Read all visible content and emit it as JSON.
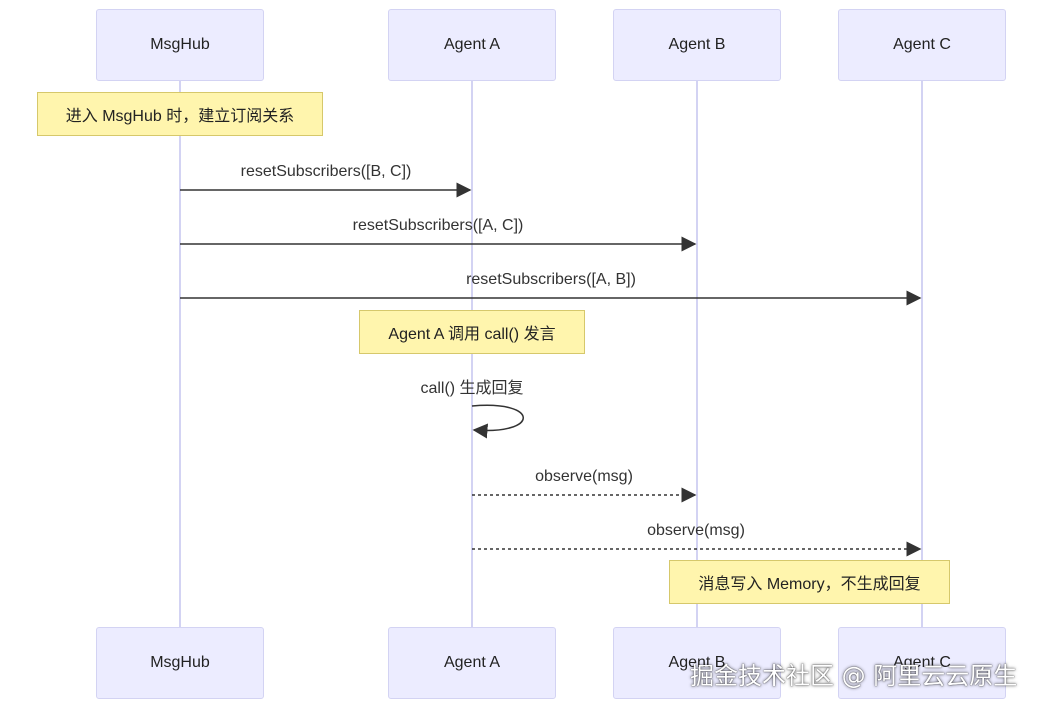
{
  "participants": [
    {
      "id": "msghub",
      "label": "MsgHub"
    },
    {
      "id": "agent-a",
      "label": "Agent A"
    },
    {
      "id": "agent-b",
      "label": "Agent B"
    },
    {
      "id": "agent-c",
      "label": "Agent C"
    }
  ],
  "notes": {
    "subscribe": "进入 MsgHub 时，建立订阅关系",
    "call": "Agent A 调用 call() 发言",
    "memory": "消息写入 Memory，不生成回复"
  },
  "messages": {
    "m1": "resetSubscribers([B, C])",
    "m2": "resetSubscribers([A, C])",
    "m3": "resetSubscribers([A, B])",
    "m4": "call() 生成回复",
    "m5": "observe(msg)",
    "m6": "observe(msg)"
  },
  "watermark": "掘金技术社区 @ 阿里云云原生",
  "colors": {
    "actor_fill": "#ececff",
    "actor_border": "#d3d3f3",
    "lifeline": "#d3d3f3",
    "note_fill": "#fff5ad",
    "note_border": "#d6c86b",
    "arrow": "#333333"
  }
}
